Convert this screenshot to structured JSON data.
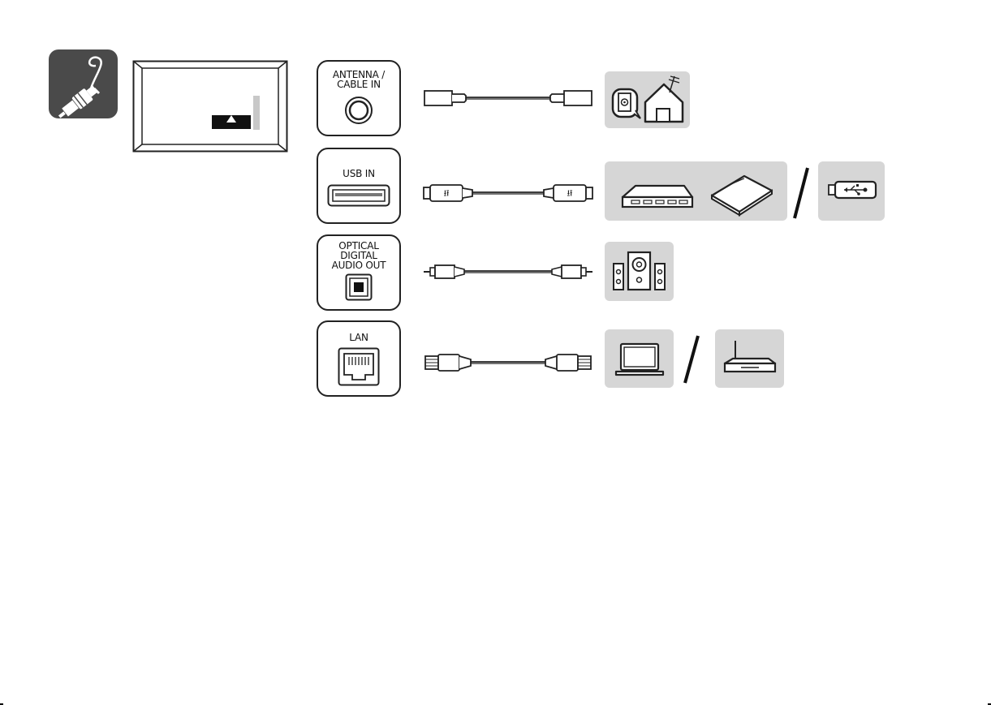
{
  "ports": [
    {
      "key": "antenna",
      "label": "ANTENNA /\nCABLE IN",
      "device_icons": [
        "antenna-house-icon"
      ]
    },
    {
      "key": "usb",
      "label": "USB IN",
      "device_icons": [
        "usb-hub-icon",
        "external-hdd-icon",
        "usb-flash-drive-icon"
      ]
    },
    {
      "key": "optical",
      "label": "OPTICAL\nDIGITAL\nAUDIO OUT",
      "device_icons": [
        "speaker-system-icon"
      ]
    },
    {
      "key": "lan",
      "label": "LAN",
      "device_icons": [
        "laptop-icon",
        "router-icon"
      ]
    }
  ],
  "icons": {
    "connection": "cable-plug-icon",
    "tv": "tv-back-panel-icon"
  },
  "colors": {
    "tile_gray": "#d6d6d6",
    "icon_dark": "#4a4a4a",
    "stroke": "#222222"
  }
}
